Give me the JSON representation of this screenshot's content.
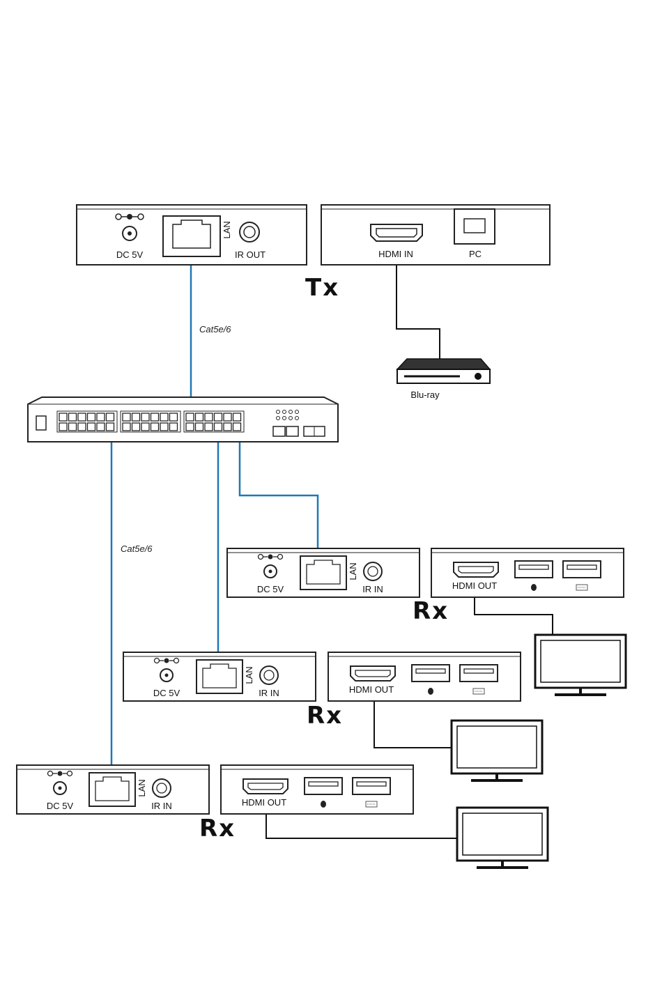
{
  "tx": {
    "label": "Tx",
    "dc_label": "DC 5V",
    "lan_label": "LAN",
    "ir_label": "IR OUT",
    "hdmi_label": "HDMI IN",
    "pc_label": "PC"
  },
  "source": {
    "label": "Blu-ray"
  },
  "cable_labels": [
    "Cat5e/6",
    "Cat5e/6"
  ],
  "receivers": [
    {
      "label": "Rx",
      "dc_label": "DC 5V",
      "lan_label": "LAN",
      "ir_label": "IR IN",
      "hdmi_label": "HDMI OUT"
    },
    {
      "label": "Rx",
      "dc_label": "DC 5V",
      "lan_label": "LAN",
      "ir_label": "IR IN",
      "hdmi_label": "HDMI OUT"
    },
    {
      "label": "Rx",
      "dc_label": "DC 5V",
      "lan_label": "LAN",
      "ir_label": "IR IN",
      "hdmi_label": "HDMI OUT"
    }
  ],
  "colors": {
    "network_cable": "#1f78b4",
    "hdmi_cable": "#111111"
  }
}
